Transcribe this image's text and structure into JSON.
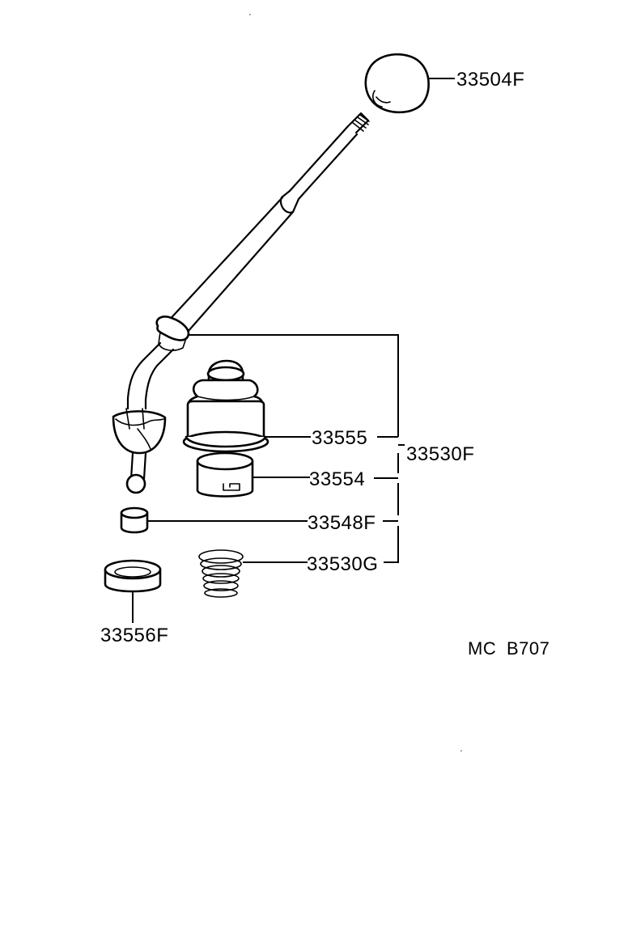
{
  "parts": {
    "knob": "33504F",
    "boot": "33555",
    "retainer": "33554",
    "assembly": "33530F",
    "bushing": "33548F",
    "spring": "33530G",
    "seat": "33556F"
  },
  "code": {
    "left": "MC",
    "right": "B707"
  }
}
